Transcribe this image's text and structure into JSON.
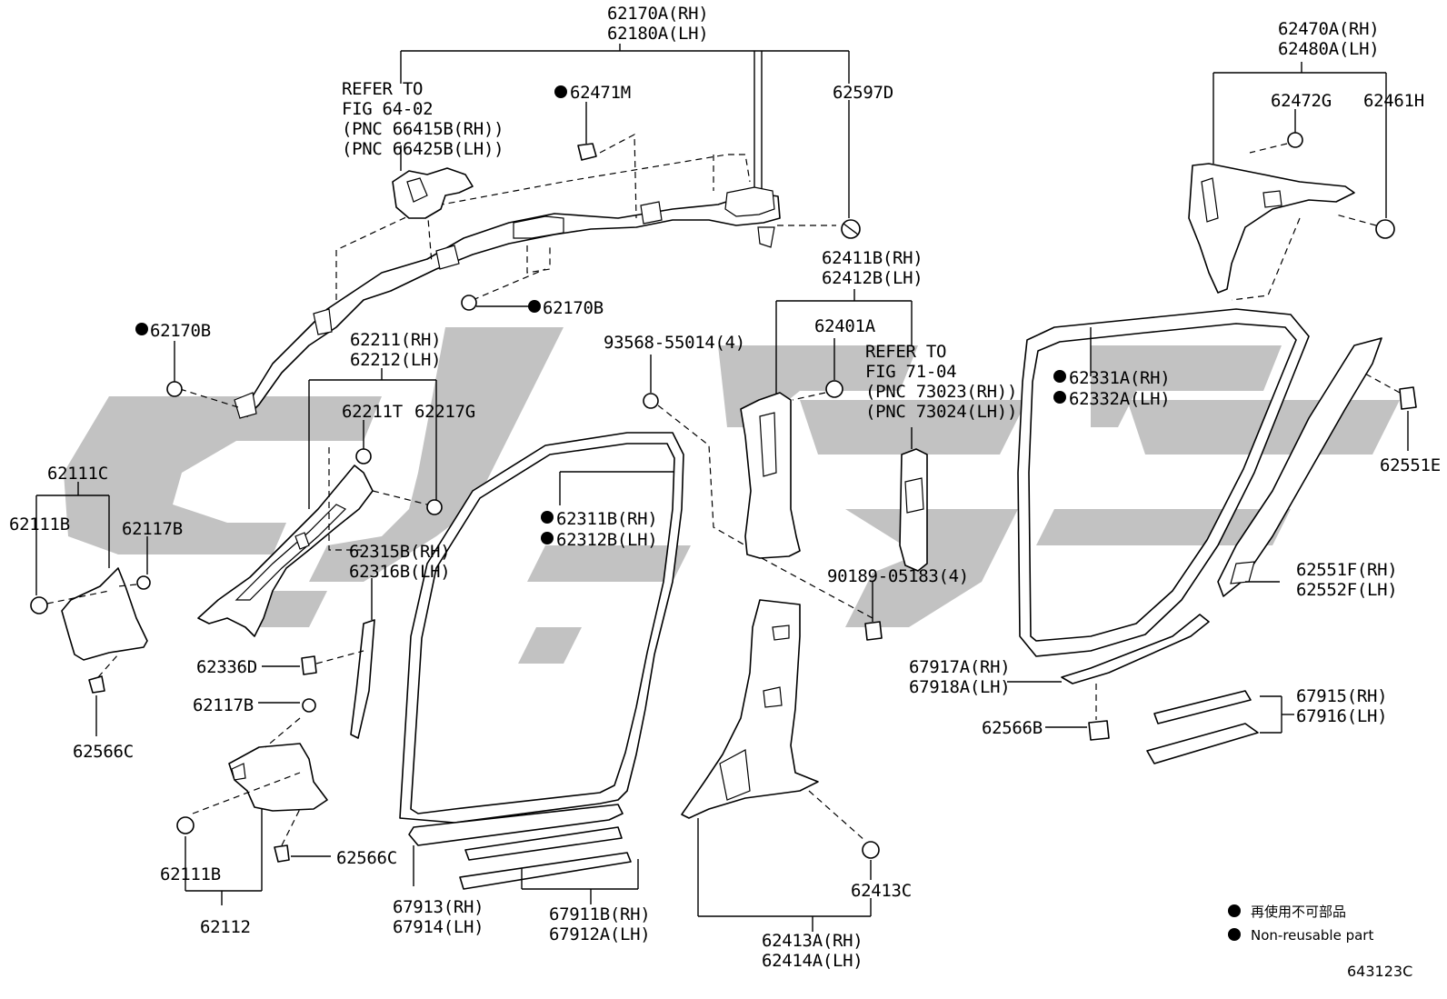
{
  "diagram_id": "643123C",
  "refer_boxes": [
    {
      "lines": [
        "REFER TO",
        "FIG 64-02",
        "(PNC 66415B(RH))",
        "(PNC 66425B(LH))"
      ]
    },
    {
      "lines": [
        "REFER TO",
        "FIG 71-04",
        "(PNC 73023(RH))",
        "(PNC 73024(LH))"
      ]
    }
  ],
  "labels": {
    "l62170A_rh": "62170A(RH)",
    "l62180A_lh": "62180A(LH)",
    "l62471M": "62471M",
    "l62597D": "62597D",
    "l62170B_a": "62170B",
    "l62170B_b": "62170B",
    "l62211_rh": "62211(RH)",
    "l62212_lh": "62212(LH)",
    "l62211T": "62211T",
    "l62217G": "62217G",
    "l62111C": "62111C",
    "l62111B_a": "62111B",
    "l62117B_a": "62117B",
    "l62566C_a": "62566C",
    "l62315B_rh": "62315B(RH)",
    "l62316B_lh": "62316B(LH)",
    "l62336D": "62336D",
    "l62117B_b": "62117B",
    "l62111B_b": "62111B",
    "l62566C_b": "62566C",
    "l62112": "62112",
    "l93568": "93568-55014(4)",
    "l62311B_rh": "62311B(RH)",
    "l62312B_lh": "62312B(LH)",
    "l67913_rh": "67913(RH)",
    "l67914_lh": "67914(LH)",
    "l67911B_rh": "67911B(RH)",
    "l67912A_lh": "67912A(LH)",
    "l62411B_rh": "62411B(RH)",
    "l62412B_lh": "62412B(LH)",
    "l62401A": "62401A",
    "l90189": "90189-05183(4)",
    "l62413C": "62413C",
    "l62413A_rh": "62413A(RH)",
    "l62414A_lh": "62414A(LH)",
    "l62470A_rh": "62470A(RH)",
    "l62480A_lh": "62480A(LH)",
    "l62472G": "62472G",
    "l62461H": "62461H",
    "l62331A_rh": "62331A(RH)",
    "l62332A_lh": "62332A(LH)",
    "l62551E": "62551E",
    "l62551F_rh": "62551F(RH)",
    "l62552F_lh": "62552F(LH)",
    "l67917A_rh": "67917A(RH)",
    "l67918A_lh": "67918A(LH)",
    "l62566B": "62566B",
    "l67915_rh": "67915(RH)",
    "l67916_lh": "67916(LH)"
  },
  "legend": {
    "ja": "再使用不可部品",
    "en": "Non-reusable part"
  },
  "colors": {
    "line": "#000000",
    "watermark": "#b4b4b4",
    "background": "#ffffff"
  }
}
